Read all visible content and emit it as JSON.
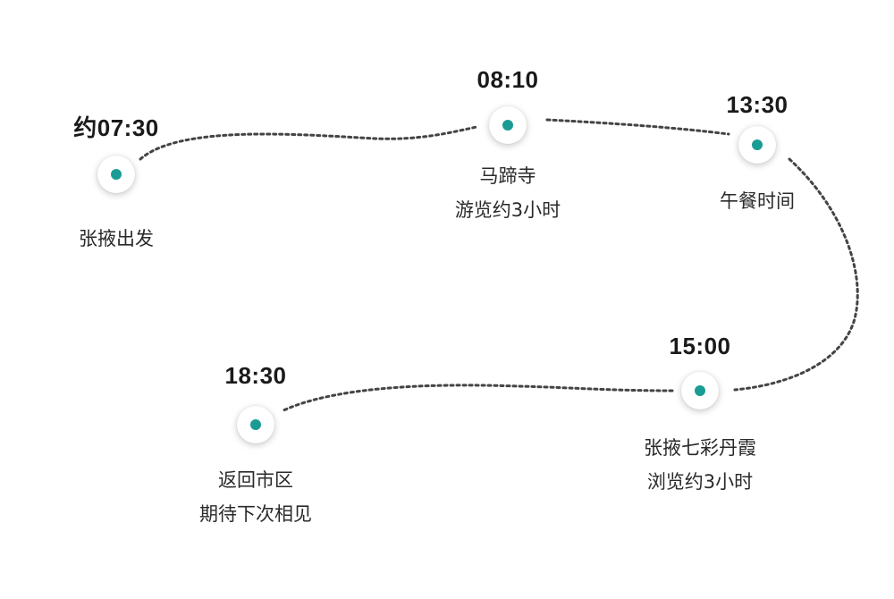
{
  "stops": [
    {
      "time": "约07:30",
      "lines": [
        "张掖出发"
      ]
    },
    {
      "time": "08:10",
      "lines": [
        "马蹄寺",
        "游览约3小时"
      ]
    },
    {
      "time": "13:30",
      "lines": [
        "午餐时间"
      ]
    },
    {
      "time": "15:00",
      "lines": [
        "张掖七彩丹霞",
        "浏览约3小时"
      ]
    },
    {
      "time": "18:30",
      "lines": [
        "返回市区",
        "期待下次相见"
      ]
    }
  ],
  "colors": {
    "node_dot": "#1a9c94",
    "route_line": "#444444"
  },
  "icons": {
    "stop_marker": "teal-dot-circle-icon"
  }
}
